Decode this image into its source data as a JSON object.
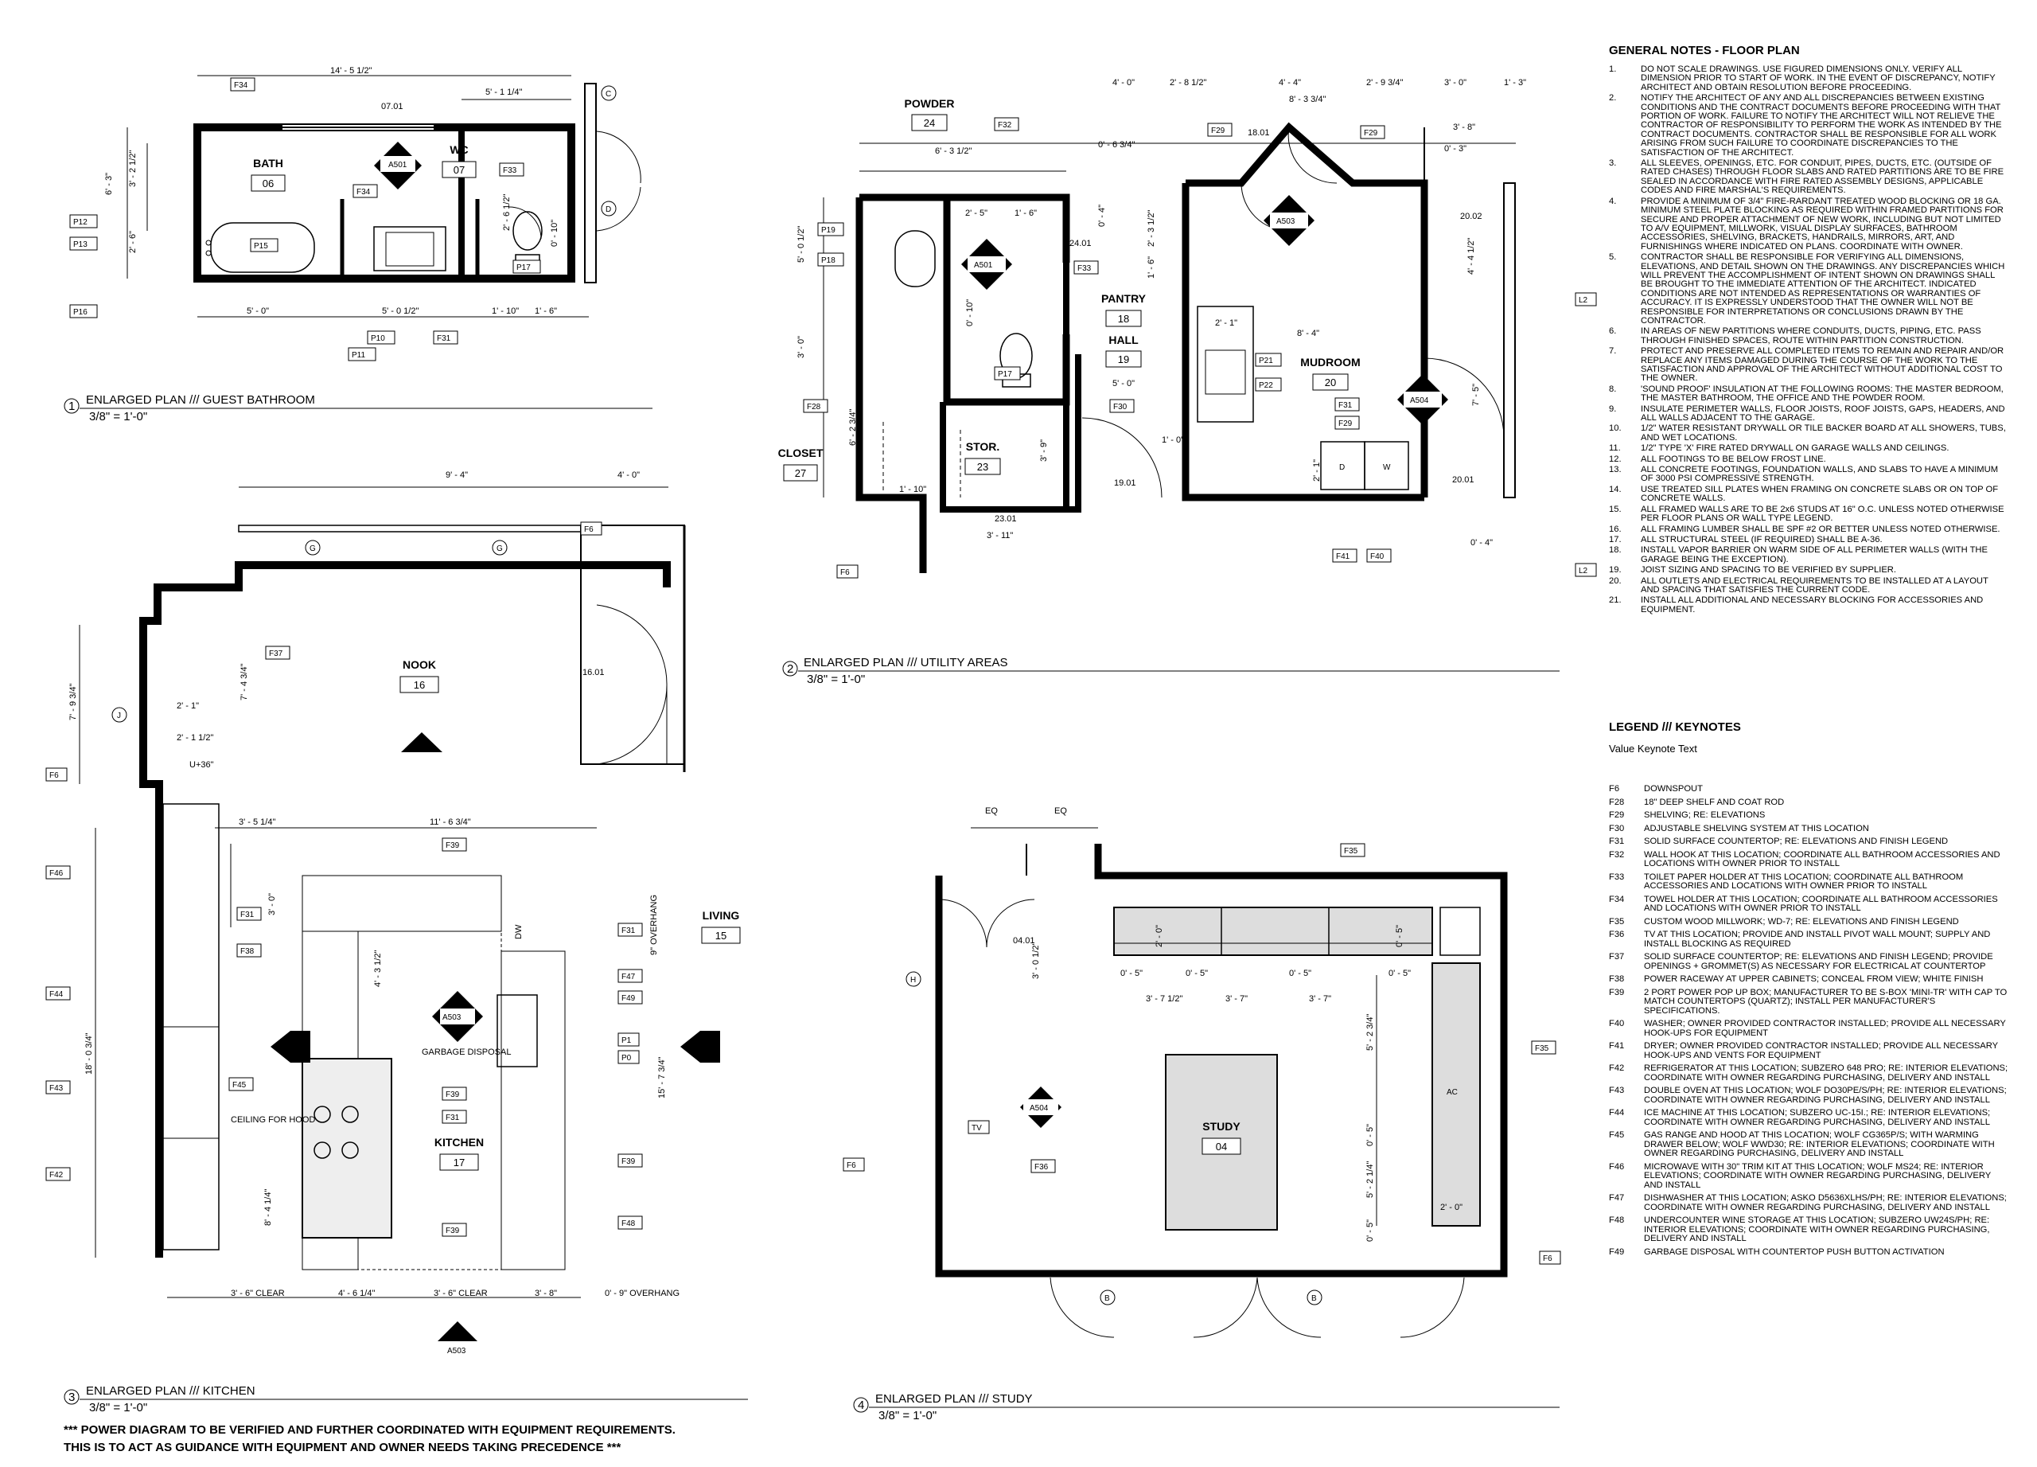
{
  "general_notes": {
    "title": "GENERAL NOTES - FLOOR PLAN",
    "items": [
      {
        "n": "1.",
        "t": "DO NOT SCALE DRAWINGS. USE FIGURED DIMENSIONS ONLY. VERIFY ALL DIMENSION PRIOR TO START OF WORK. IN THE EVENT OF DISCREPANCY, NOTIFY ARCHITECT AND OBTAIN RESOLUTION BEFORE PROCEEDING."
      },
      {
        "n": "2.",
        "t": "NOTIFY THE ARCHITECT OF ANY AND ALL DISCREPANCIES BETWEEN EXISTING CONDITIONS AND THE CONTRACT DOCUMENTS BEFORE PROCEEDING WITH THAT PORTION OF WORK. FAILURE TO NOTIFY THE ARCHITECT WILL NOT RELIEVE THE CONTRACTOR OF RESPONSIBILITY TO PERFORM THE WORK AS INTENDED BY THE CONTRACT DOCUMENTS. CONTRACTOR SHALL BE RESPONSIBLE FOR ALL WORK ARISING FROM SUCH FAILURE TO COORDINATE DISCREPANCIES TO THE SATISFACTION OF THE ARCHITECT."
      },
      {
        "n": "3.",
        "t": "ALL SLEEVES, OPENINGS, ETC. FOR CONDUIT, PIPES, DUCTS, ETC. (OUTSIDE OF RATED CHASES) THROUGH FLOOR SLABS AND RATED PARTITIONS ARE TO BE FIRE SEALED IN ACCORDANCE WITH FIRE RATED ASSEMBLY DESIGNS, APPLICABLE CODES AND FIRE MARSHAL'S REQUIREMENTS."
      },
      {
        "n": "4.",
        "t": "PROVIDE A MINIMUM OF 3/4\" FIRE-RARDANT TREATED WOOD BLOCKING OR 18 GA. MINIMUM STEEL PLATE BLOCKING AS REQUIRED WITHIN FRAMED PARTITIONS FOR SECURE AND PROPER ATTACHMENT OF NEW WORK, INCLUDING BUT NOT LIMITED TO A/V EQUIPMENT, MILLWORK, VISUAL DISPLAY SURFACES, BATHROOM ACCESSORIES, SHELVING, BRACKETS, HANDRAILS, MIRRORS, ART, AND FURNISHINGS WHERE INDICATED ON PLANS. COORDINATE WITH OWNER."
      },
      {
        "n": "5.",
        "t": "CONTRACTOR SHALL BE RESPONSIBLE FOR VERIFYING ALL DIMENSIONS, ELEVATIONS, AND DETAIL SHOWN ON THE DRAWINGS. ANY DISCREPANCIES WHICH WILL PREVENT THE ACCOMPLISHMENT OF INTENT SHOWN ON DRAWINGS SHALL BE BROUGHT TO THE IMMEDIATE ATTENTION OF THE ARCHITECT. INDICATED CONDITIONS ARE NOT INTENDED AS REPRESENTATIONS OR WARRANTIES OF ACCURACY. IT IS EXPRESSLY UNDERSTOOD THAT THE OWNER WILL NOT BE RESPONSIBLE FOR INTERPRETATIONS OR CONCLUSIONS DRAWN BY THE CONTRACTOR."
      },
      {
        "n": "6.",
        "t": "IN AREAS OF NEW PARTITIONS WHERE CONDUITS, DUCTS, PIPING, ETC. PASS THROUGH FINISHED SPACES, ROUTE WITHIN PARTITION CONSTRUCTION."
      },
      {
        "n": "7.",
        "t": "PROTECT AND PRESERVE ALL COMPLETED ITEMS TO REMAIN AND REPAIR AND/OR REPLACE ANY ITEMS DAMAGED DURING THE COURSE OF THE WORK TO THE SATISFACTION AND APPROVAL OF THE ARCHITECT WITHOUT ADDITIONAL COST TO THE OWNER."
      },
      {
        "n": "8.",
        "t": "'SOUND PROOF' INSULATION AT THE FOLLOWING ROOMS: THE MASTER BEDROOM, THE MASTER BATHROOM, THE OFFICE AND THE POWDER ROOM."
      },
      {
        "n": "9.",
        "t": "INSULATE PERIMETER WALLS, FLOOR JOISTS, ROOF JOISTS, GAPS, HEADERS, AND ALL WALLS ADJACENT TO THE GARAGE."
      },
      {
        "n": "10.",
        "t": "1/2\" WATER RESISTANT DRYWALL OR TILE BACKER BOARD AT ALL SHOWERS, TUBS, AND WET LOCATIONS."
      },
      {
        "n": "11.",
        "t": "1/2\" TYPE 'X' FIRE RATED DRYWALL ON GARAGE WALLS AND CEILINGS."
      },
      {
        "n": "12.",
        "t": "ALL FOOTINGS TO BE BELOW FROST LINE."
      },
      {
        "n": "13.",
        "t": "ALL CONCRETE FOOTINGS, FOUNDATION WALLS, AND SLABS TO HAVE A MINIMUM OF 3000 PSI COMPRESSIVE STRENGTH."
      },
      {
        "n": "14.",
        "t": "USE TREATED SILL PLATES WHEN FRAMING ON CONCRETE SLABS OR ON TOP OF CONCRETE WALLS."
      },
      {
        "n": "15.",
        "t": "ALL FRAMED WALLS ARE TO BE 2x6 STUDS AT 16\" O.C. UNLESS NOTED OTHERWISE PER FLOOR PLANS OR WALL TYPE LEGEND."
      },
      {
        "n": "16.",
        "t": "ALL FRAMING LUMBER SHALL BE SPF #2 OR BETTER UNLESS NOTED OTHERWISE."
      },
      {
        "n": "17.",
        "t": "ALL STRUCTURAL STEEL (IF REQUIRED) SHALL BE A-36."
      },
      {
        "n": "18.",
        "t": "INSTALL VAPOR BARRIER ON WARM SIDE OF ALL PERIMETER WALLS (WITH THE GARAGE BEING THE EXCEPTION)."
      },
      {
        "n": "19.",
        "t": "JOIST SIZING AND SPACING TO BE VERIFIED BY SUPPLIER."
      },
      {
        "n": "20.",
        "t": "ALL OUTLETS AND ELECTRICAL REQUIREMENTS TO BE INSTALLED AT A LAYOUT AND SPACING THAT SATISFIES THE CURRENT CODE."
      },
      {
        "n": "21.",
        "t": "INSTALL ALL ADDITIONAL AND NECESSARY BLOCKING FOR ACCESSORIES AND EQUIPMENT."
      }
    ]
  },
  "legend": {
    "title": "LEGEND /// KEYNOTES",
    "header": "Value  Keynote Text",
    "items": [
      {
        "k": "F6",
        "t": "DOWNSPOUT"
      },
      {
        "k": "F28",
        "t": "18\" DEEP SHELF AND COAT ROD"
      },
      {
        "k": "F29",
        "t": "SHELVING; RE: ELEVATIONS"
      },
      {
        "k": "F30",
        "t": "ADJUSTABLE SHELVING SYSTEM AT THIS LOCATION"
      },
      {
        "k": "F31",
        "t": "SOLID SURFACE COUNTERTOP; RE: ELEVATIONS AND FINISH LEGEND"
      },
      {
        "k": "F32",
        "t": "WALL HOOK AT THIS LOCATION; COORDINATE ALL BATHROOM ACCESSORIES AND LOCATIONS WITH OWNER PRIOR TO INSTALL"
      },
      {
        "k": "F33",
        "t": "TOILET PAPER HOLDER AT THIS LOCATION; COORDINATE ALL BATHROOM ACCESSORIES AND LOCATIONS WITH OWNER PRIOR TO INSTALL"
      },
      {
        "k": "F34",
        "t": "TOWEL HOLDER AT THIS LOCATION; COORDINATE ALL BATHROOM ACCESSORIES AND LOCATIONS WITH OWNER PRIOR TO INSTALL"
      },
      {
        "k": "F35",
        "t": "CUSTOM WOOD MILLWORK; WD-7; RE: ELEVATIONS AND FINISH LEGEND"
      },
      {
        "k": "F36",
        "t": "TV AT THIS LOCATION; PROVIDE AND INSTALL PIVOT WALL MOUNT; SUPPLY AND INSTALL BLOCKING AS REQUIRED"
      },
      {
        "k": "F37",
        "t": "SOLID SURFACE COUNTERTOP; RE: ELEVATIONS AND FINISH LEGEND; PROVIDE OPENINGS + GROMMET(S) AS NECESSARY FOR ELECTRICAL AT COUNTERTOP"
      },
      {
        "k": "F38",
        "t": "POWER RACEWAY AT UPPER CABINETS; CONCEAL FROM VIEW; WHITE FINISH"
      },
      {
        "k": "F39",
        "t": "2 PORT POWER POP UP BOX; MANUFACTURER TO BE S-BOX 'MINI-TR' WITH CAP TO MATCH COUNTERTOPS (QUARTZ); INSTALL PER MANUFACTURER'S SPECIFICATIONS."
      },
      {
        "k": "F40",
        "t": "WASHER; OWNER PROVIDED CONTRACTOR INSTALLED; PROVIDE ALL NECESSARY HOOK-UPS FOR EQUIPMENT"
      },
      {
        "k": "F41",
        "t": "DRYER; OWNER PROVIDED CONTRACTOR INSTALLED; PROVIDE ALL NECESSARY HOOK-UPS AND VENTS FOR EQUIPMENT"
      },
      {
        "k": "F42",
        "t": "REFRIGERATOR AT THIS LOCATION; SUBZERO 648 PRO; RE: INTERIOR ELEVATIONS; COORDINATE WITH OWNER REGARDING PURCHASING, DELIVERY AND INSTALL"
      },
      {
        "k": "F43",
        "t": "DOUBLE OVEN AT THIS LOCATION; WOLF DO30PE/S/PH; RE: INTERIOR ELEVATIONS; COORDINATE WITH OWNER REGARDING PURCHASING, DELIVERY AND INSTALL"
      },
      {
        "k": "F44",
        "t": "ICE MACHINE AT THIS LOCATION; SUBZERO UC-15I.; RE: INTERIOR ELEVATIONS; COORDINATE WITH OWNER REGARDING PURCHASING, DELIVERY AND INSTALL"
      },
      {
        "k": "F45",
        "t": "GAS RANGE AND HOOD AT THIS LOCATION; WOLF CG365P/S; WITH WARMING DRAWER BELOW; WOLF WWD30; RE: INTERIOR ELEVATIONS; COORDINATE WITH OWNER REGARDING PURCHASING, DELIVERY AND INSTALL"
      },
      {
        "k": "F46",
        "t": "MICROWAVE WITH 30\" TRIM KIT AT THIS LOCATION; WOLF MS24; RE: INTERIOR ELEVATIONS; COORDINATE WITH OWNER REGARDING PURCHASING, DELIVERY AND INSTALL"
      },
      {
        "k": "F47",
        "t": "DISHWASHER AT THIS LOCATION; ASKO D5636XLHS/PH; RE: INTERIOR ELEVATIONS; COORDINATE WITH OWNER REGARDING PURCHASING, DELIVERY AND INSTALL"
      },
      {
        "k": "F48",
        "t": "UNDERCOUNTER WINE STORAGE AT THIS LOCATION; SUBZERO UW24S/PH; RE: INTERIOR ELEVATIONS; COORDINATE WITH OWNER REGARDING PURCHASING, DELIVERY AND INSTALL"
      },
      {
        "k": "F49",
        "t": "GARBAGE DISPOSAL WITH COUNTERTOP PUSH BUTTON ACTIVATION"
      }
    ]
  },
  "panels": [
    {
      "num": "1",
      "title": "ENLARGED PLAN /// GUEST BATHROOM",
      "scale": "3/8\" = 1'-0\""
    },
    {
      "num": "2",
      "title": "ENLARGED PLAN /// UTILITY AREAS",
      "scale": "3/8\" = 1'-0\""
    },
    {
      "num": "3",
      "title": "ENLARGED PLAN /// KITCHEN",
      "scale": "3/8\" = 1'-0\""
    },
    {
      "num": "4",
      "title": "ENLARGED PLAN /// STUDY",
      "scale": "3/8\" = 1'-0\""
    }
  ],
  "footnote": {
    "line1": "*** POWER DIAGRAM TO BE VERIFIED AND FURTHER COORDINATED WITH EQUIPMENT REQUIREMENTS.",
    "line2": "THIS IS TO ACT AS GUIDANCE WITH EQUIPMENT AND OWNER NEEDS TAKING PRECEDENCE ***"
  },
  "rooms": {
    "bath": {
      "name": "BATH",
      "num": "06"
    },
    "wc": {
      "name": "WC",
      "num": "07"
    },
    "powder": {
      "name": "POWDER",
      "num": "24"
    },
    "pantry": {
      "name": "PANTRY",
      "num": "18"
    },
    "hall": {
      "name": "HALL",
      "num": "19"
    },
    "mudroom": {
      "name": "MUDROOM",
      "num": "20"
    },
    "closet": {
      "name": "CLOSET",
      "num": "27"
    },
    "stor": {
      "name": "STOR.",
      "num": "23"
    },
    "nook": {
      "name": "NOOK",
      "num": "16"
    },
    "living": {
      "name": "LIVING",
      "num": "15"
    },
    "kitchen": {
      "name": "KITCHEN",
      "num": "17"
    },
    "study": {
      "name": "STUDY",
      "num": "04"
    }
  },
  "bath_plan": {
    "dims": [
      "14' - 5 1/2\"",
      "5' - 1 1/4\"",
      "6' - 3\"",
      "3' - 2 1/2\"",
      "2' - 6\"",
      "5' - 0\"",
      "5' - 0 1/2\"",
      "1' - 10\"",
      "1' - 6\"",
      "2' - 6 1/2\"",
      "0' - 10\""
    ],
    "tags": [
      "F34",
      "F33",
      "F34",
      "P12",
      "P13",
      "P15",
      "P16",
      "P17",
      "P10",
      "P11",
      "F31"
    ],
    "door": "07.01",
    "grid": [
      "C",
      "D"
    ],
    "section_ref": "A501"
  },
  "utility_plan": {
    "dims": [
      "4' - 0\"",
      "2' - 8 1/2\"",
      "4' - 4\"",
      "2' - 9 3/4\"",
      "3' - 0\"",
      "1' - 3\"",
      "8' - 3 3/4\"",
      "3' - 8\"",
      "0' - 6 3/4\"",
      "0' - 3\"",
      "6' - 3 1/2\"",
      "2' - 5\"",
      "1' - 6\"",
      "5' - 0 1/2\"",
      "3' - 0\"",
      "0' - 4\"",
      "2' - 3 1/2\"",
      "1' - 6\"",
      "4' - 4 1/2\"",
      "0' - 10\"",
      "2' - 1\"",
      "8' - 4\"",
      "5' - 0\"",
      "6' - 2 3/4\"",
      "1' - 10\"",
      "3' - 9\"",
      "3' - 11\"",
      "1' - 0\"",
      "2' - 1\"",
      "7' - 5\"",
      "0' - 4\""
    ],
    "tags": [
      "F32",
      "F29",
      "F29",
      "P19",
      "P18",
      "F33",
      "P17",
      "F28",
      "F30",
      "P21",
      "P22",
      "F31",
      "F29",
      "F6",
      "F41",
      "F40",
      "L2",
      "L2"
    ],
    "doors": [
      "18.01",
      "20.02",
      "24.01",
      "19.01",
      "20.01",
      "23.01"
    ],
    "section_refs": [
      "A501",
      "A503",
      "A504"
    ],
    "washer": "W",
    "dryer": "D"
  },
  "kitchen_plan": {
    "dims": [
      "9' - 4\"",
      "4' - 0\"",
      "7' - 9 3/4\"",
      "7' - 4 3/4\"",
      "2' - 1\"",
      "2' - 1 1/2\"",
      "3' - 5 1/4\"",
      "11' - 6 3/4\"",
      "3' - 0\"",
      "4' - 3 1/2\"",
      "18' - 0 3/4\"",
      "15' - 7 3/4\"",
      "9\" OVERHANG",
      "8' - 4 1/4\"",
      "3' - 6\" CLEAR",
      "4' - 6 1/4\"",
      "3' - 6\" CLEAR",
      "3' - 8\"",
      "0' - 9\"  OVERHANG"
    ],
    "tags": [
      "F6",
      "F37",
      "F6",
      "F46",
      "F31",
      "F38",
      "F44",
      "F43",
      "F42",
      "F39",
      "F31",
      "F47",
      "F49",
      "P1",
      "P0",
      "F45",
      "F39",
      "F31",
      "F39",
      "F48",
      "F39"
    ],
    "doors": [
      "16.01"
    ],
    "grid": [
      "G",
      "G",
      "J"
    ],
    "notes": [
      "GARBAGE DISPOSAL",
      "CEILING FOR HOOD",
      "DW",
      "U+36\""
    ],
    "section_ref": "A503"
  },
  "study_plan": {
    "dims": [
      "EQ",
      "EQ",
      "3' - 0 1/2\"",
      "2' - 0\"",
      "0' - 5\"",
      "3' - 7 1/2\"",
      "3' - 7\"",
      "3' - 7\"",
      "0' - 5\"",
      "0' - 5\"",
      "0' - 5\"",
      "0' - 5\"",
      "5' - 2 3/4\"",
      "0' - 5\"",
      "5' - 2 1/4\"",
      "0' - 5\"",
      "2' - 0\""
    ],
    "tags": [
      "F35",
      "F35",
      "F6",
      "F36",
      "F6",
      "TV"
    ],
    "doors": [
      "04.01"
    ],
    "grid": [
      "H",
      "B",
      "B"
    ],
    "section_ref": "A504",
    "ac": "AC"
  }
}
